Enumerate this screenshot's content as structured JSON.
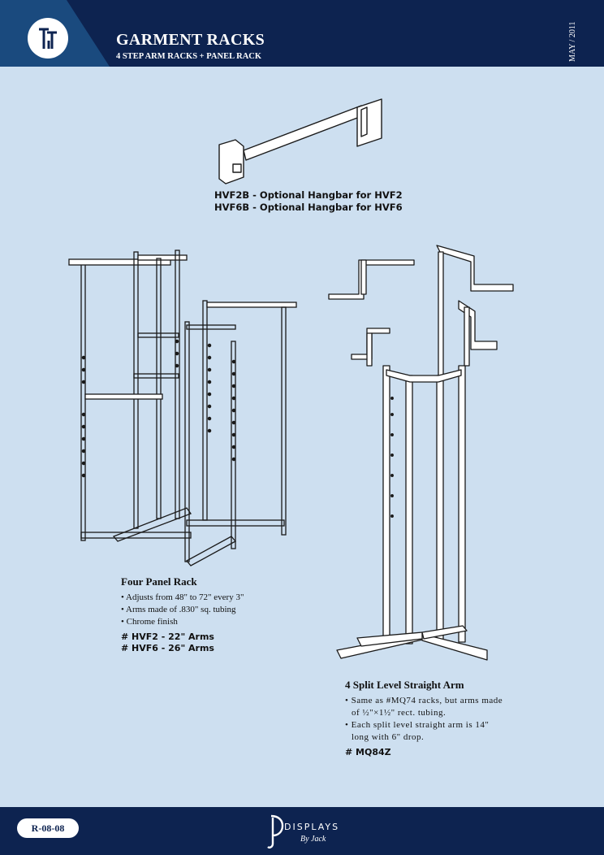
{
  "header": {
    "title": "GARMENT RACKS",
    "subtitle": "4 STEP ARM RACKS + PANEL RACK",
    "date": "MAY / 2011"
  },
  "hangbar": {
    "lines": [
      "HVF2B - Optional Hangbar for HVF2",
      "HVF6B - Optional Hangbar for HVF6"
    ]
  },
  "four_panel": {
    "title": "Four Panel Rack",
    "bullets": [
      "Adjusts from 48\" to 72\" every 3\"",
      "Arms made of .830\" sq. tubing",
      "Chrome finish"
    ],
    "codes": [
      "# HVF2 - 22\" Arms",
      "# HVF6 - 26\" Arms"
    ]
  },
  "split_level": {
    "title": "4 Split Level Straight Arm",
    "bullets": [
      "Same as #MQ74 racks, but arms made of ½\"×1½\" rect. tubing.",
      "Each split level straight arm is 14\" long with 6\" drop."
    ],
    "code": "# MQ84Z"
  },
  "footer": {
    "page_code": "R-08-08",
    "brand_word": "DISPLAYS",
    "brand_tag": "By Jack"
  },
  "colors": {
    "navy": "#0d2350",
    "accent_blue": "#1a4a7e",
    "page_bg": "#cddff0"
  }
}
